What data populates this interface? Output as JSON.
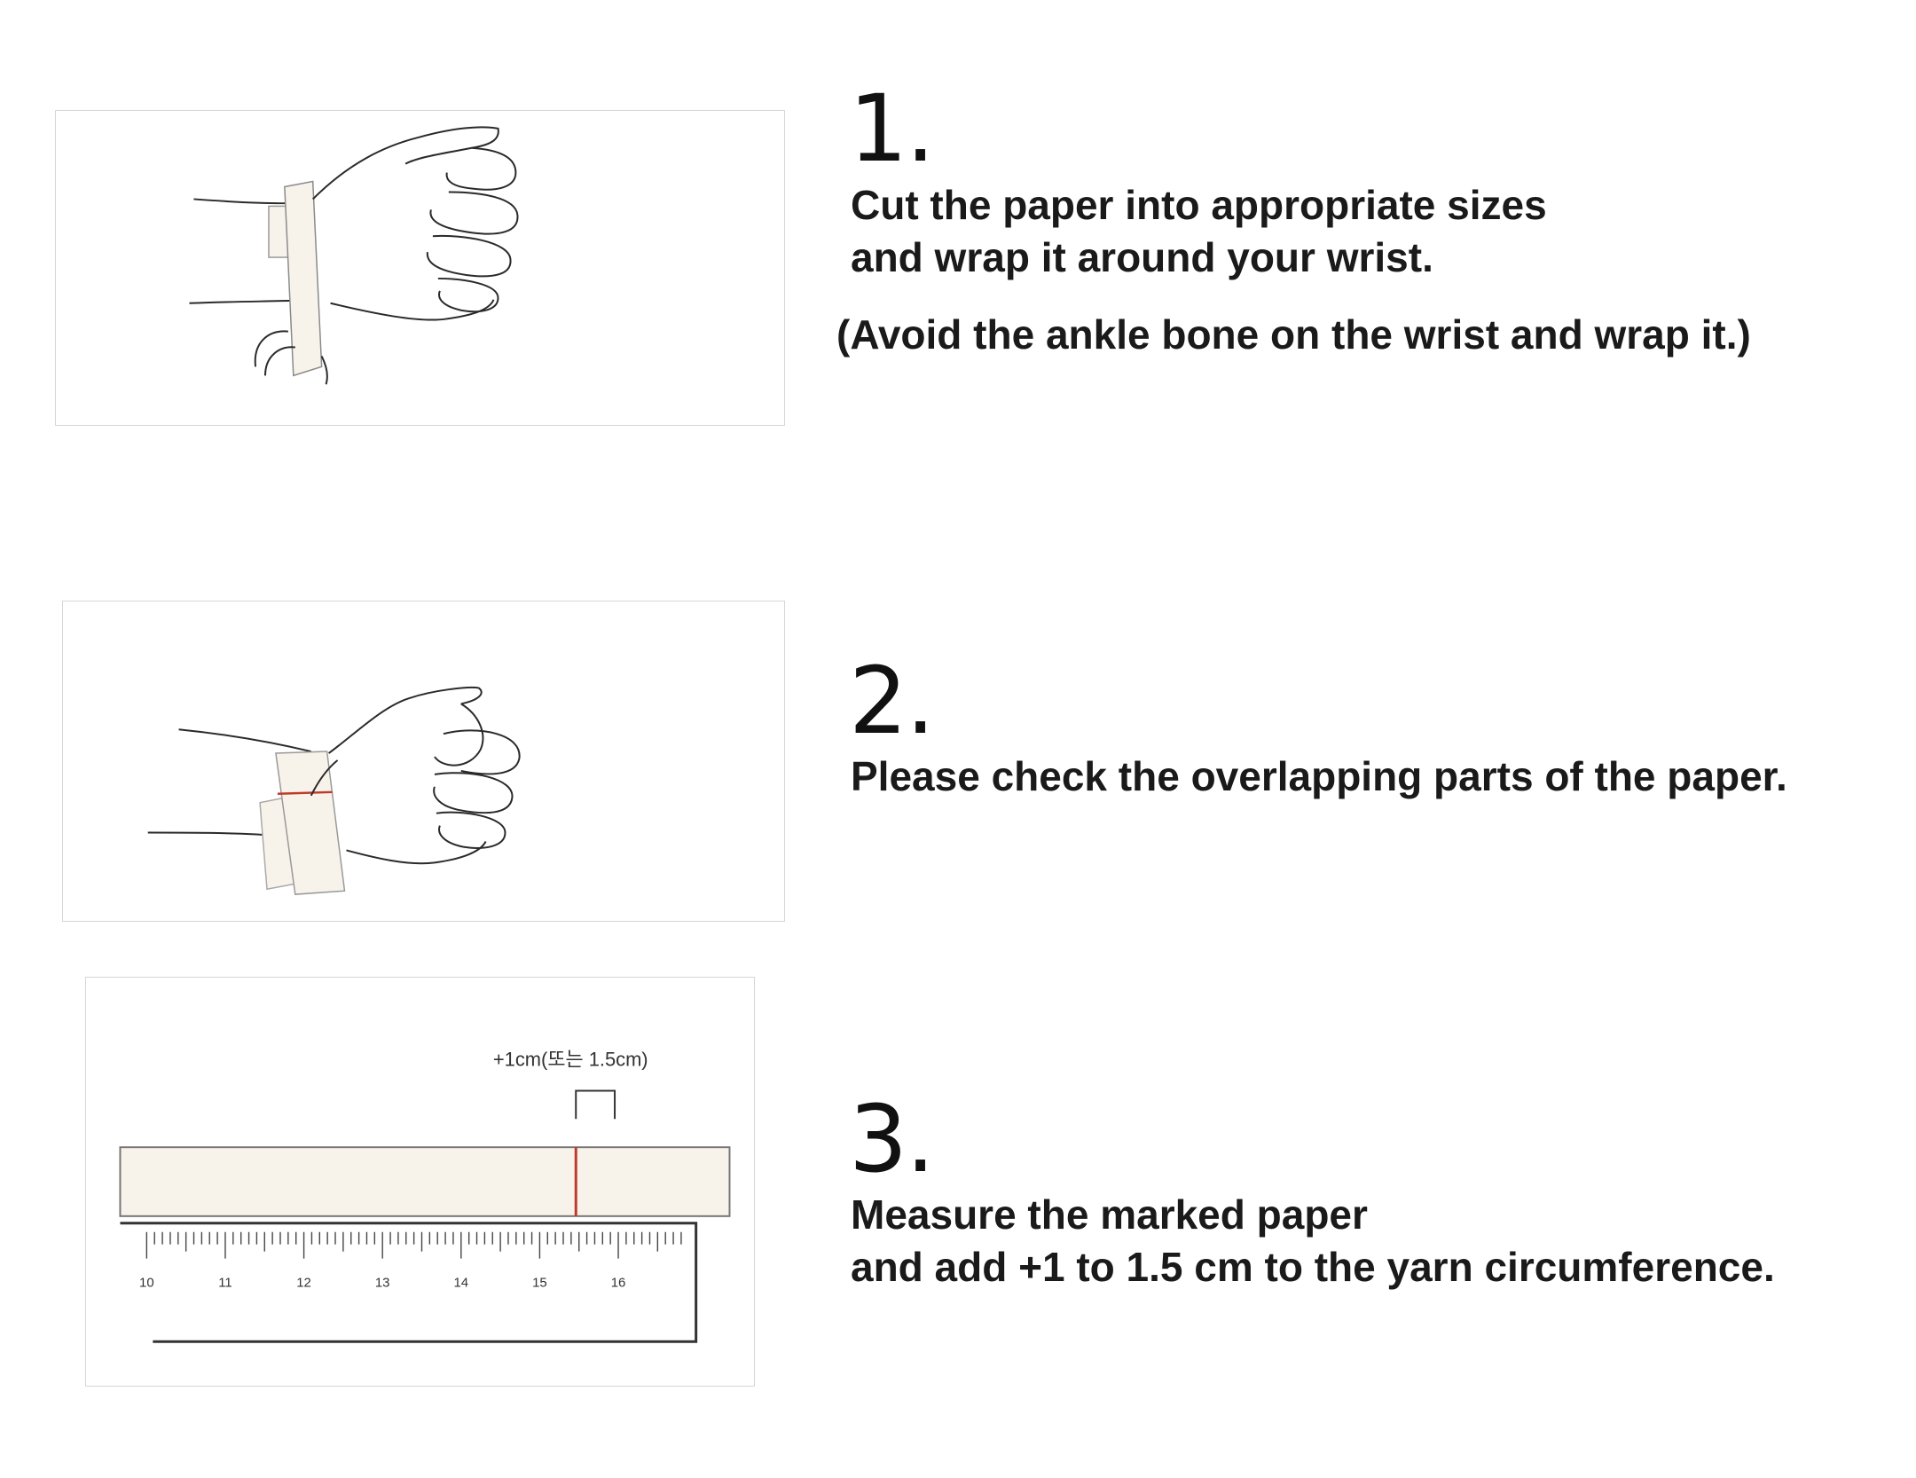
{
  "steps": [
    {
      "number": "1.",
      "line1": "Cut the paper into appropriate sizes",
      "line2": "and wrap it around your wrist.",
      "note": "(Avoid the ankle bone on the wrist and wrap it.)"
    },
    {
      "number": "2.",
      "line1": "Please check the overlapping parts of the paper."
    },
    {
      "number": "3.",
      "line1": "Measure the marked paper",
      "line2": "and add +1 to 1.5 cm to the yarn circumference."
    }
  ],
  "ruler": {
    "overlap_label": "+1cm(또는 1.5cm)",
    "tick_labels": [
      "10",
      "11",
      "12",
      "13",
      "14",
      "15",
      "16"
    ]
  },
  "colors": {
    "paper": "#f7f3ea",
    "mark": "#c0392b",
    "line": "#2a2a2a"
  }
}
